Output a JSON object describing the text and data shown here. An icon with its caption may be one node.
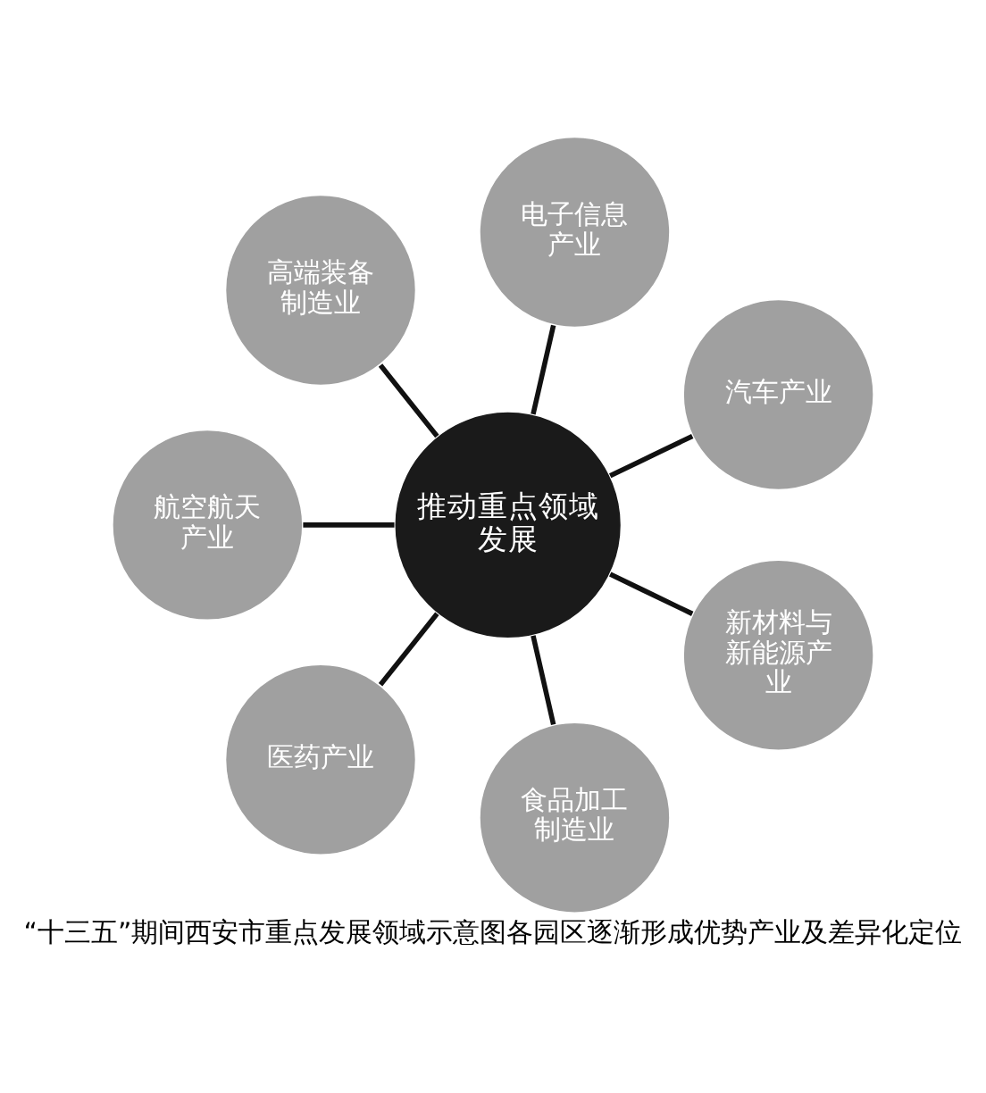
{
  "diagram": {
    "caption": "“十三五”期间西安市重点发展领域示意图各园区逐渐形成优势产业及差异化定位",
    "nodes": [
      {
        "text": [
          "推动重点领域发展"
        ]
      },
      {
        "text": [
          "汽车产业"
        ]
      },
      {
        "text": [
          "电子信息产业"
        ]
      },
      {
        "text": [
          "高端装备制造业"
        ]
      },
      {
        "text": [
          "航空航天产业"
        ]
      },
      {
        "text": [
          "医药产业"
        ]
      },
      {
        "text": [
          "食品加工制造业"
        ]
      },
      {
        "text": [
          "新材料与新能源产业"
        ]
      }
    ],
    "edges": [
      {
        "from": 0,
        "to": 1,
        "arrow": "none"
      },
      {
        "from": 0,
        "to": 2,
        "arrow": "none"
      },
      {
        "from": 0,
        "to": 3,
        "arrow": "none"
      },
      {
        "from": 0,
        "to": 4,
        "arrow": "none"
      },
      {
        "from": 0,
        "to": 5,
        "arrow": "none"
      },
      {
        "from": 0,
        "to": 6,
        "arrow": "none"
      },
      {
        "from": 0,
        "to": 7,
        "arrow": "none"
      }
    ]
  }
}
